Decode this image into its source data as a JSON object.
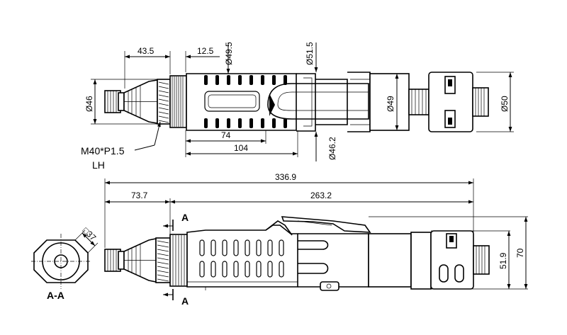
{
  "top_view": {
    "dims": {
      "d43_5": "43.5",
      "d12_5": "12.5",
      "d49_5": "Ø49.5",
      "d51_5": "Ø51.5",
      "d46": "Ø46",
      "d49": "Ø49",
      "d50": "Ø50",
      "d74": "74",
      "d104": "104",
      "d46_2": "Ø46.2"
    },
    "thread_note": [
      "M40*P1.5",
      "LH"
    ]
  },
  "side_view": {
    "dims": {
      "d336_9": "336.9",
      "d73_7": "73.7",
      "d263_2": "263.2",
      "d51_9": "51.9",
      "d70": "70"
    },
    "section_mark_top": "A",
    "section_mark_bottom": "A"
  },
  "section_view": {
    "label": "A-A",
    "dim": "□37"
  }
}
